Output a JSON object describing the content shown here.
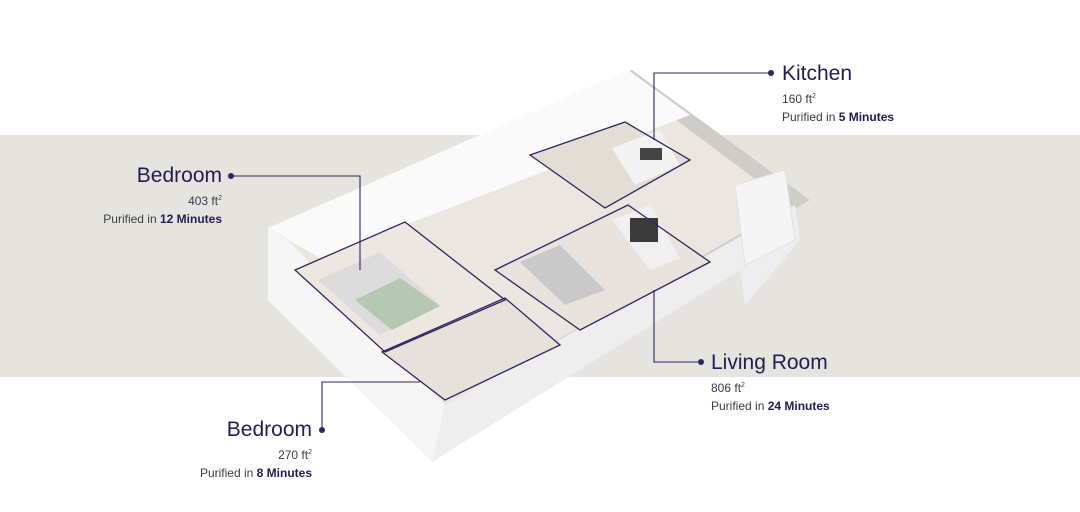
{
  "rooms": {
    "kitchen": {
      "name": "Kitchen",
      "area_value": "160 ft",
      "area_unit": "2",
      "purified_prefix": "Purified in",
      "minutes": "5 Minutes"
    },
    "bedroom_main": {
      "name": "Bedroom",
      "area_value": "403 ft",
      "area_unit": "2",
      "purified_prefix": "Purified in",
      "minutes": "12 Minutes"
    },
    "living_room": {
      "name": "Living Room",
      "area_value": "806 ft",
      "area_unit": "2",
      "purified_prefix": "Purified in",
      "minutes": "24 Minutes"
    },
    "bedroom_small": {
      "name": "Bedroom",
      "area_value": "270 ft",
      "area_unit": "2",
      "purified_prefix": "Purified in",
      "minutes": "8 Minutes"
    }
  },
  "colors": {
    "band": "#e6e4df",
    "accent": "#211c52",
    "wall": "#f4f4f4",
    "floor": "#ebe7e0"
  },
  "icons": [
    "leader-dot-icon"
  ]
}
